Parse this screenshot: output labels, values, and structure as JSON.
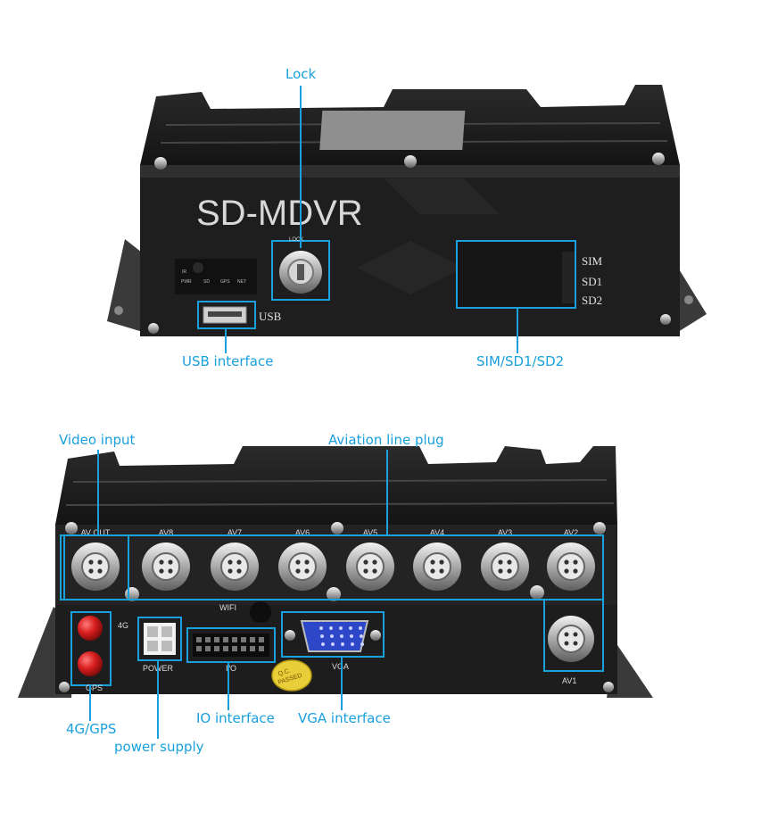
{
  "front_panel": {
    "model_text": "SD-MDVR",
    "lock_label": "LOCK",
    "usb_label": "USB",
    "slot_labels": [
      "SIM",
      "SD1",
      "SD2"
    ],
    "leds": [
      {
        "label": "IR"
      },
      {
        "label": "PWR"
      },
      {
        "label": "SD"
      },
      {
        "label": "GPS"
      },
      {
        "label": "NET"
      }
    ]
  },
  "rear_panel": {
    "av_connectors": [
      "AV OUT",
      "AV8",
      "AV7",
      "AV6",
      "AV5",
      "AV4",
      "AV3",
      "AV2"
    ],
    "av1_label": "AV1",
    "wifi_label": "WIFI",
    "label_4g": "4G",
    "label_gps": "GPS",
    "power_label": "POWER",
    "io_label": "I/O",
    "vga_label": "VGA",
    "qc_sticker": [
      "Q.C.",
      "PASSED"
    ]
  },
  "callouts": {
    "lock": "Lock",
    "usb_interface": "USB interface",
    "sim_sd": "SIM/SD1/SD2",
    "video_input": "Video input",
    "aviation_line_plug": "Aviation line plug",
    "gps_4g": "4G/GPS",
    "io_interface": "IO interface",
    "vga_interface": "VGA interface",
    "power_supply": "power supply"
  },
  "colors": {
    "callout": "#1aa0dd",
    "chassis": "#232323",
    "connector_metal": "#b9b9b9",
    "antenna_red": "#d81e1e",
    "vga_blue": "#2d47c8"
  }
}
